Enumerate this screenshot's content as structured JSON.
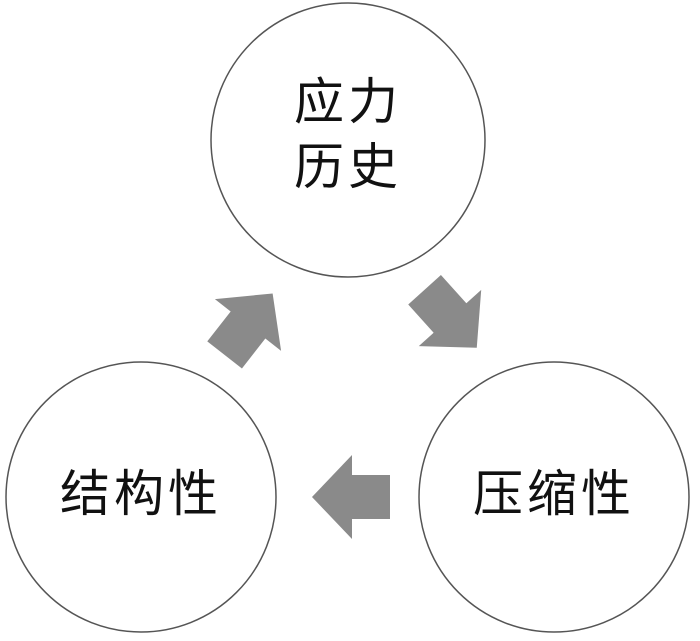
{
  "nodes": {
    "top": {
      "line1": "应力",
      "line2": "历史"
    },
    "left": {
      "label": "结构性"
    },
    "right": {
      "label": "压缩性"
    }
  },
  "colors": {
    "arrow": "#8a8a8a",
    "circle_stroke": "#555555"
  }
}
